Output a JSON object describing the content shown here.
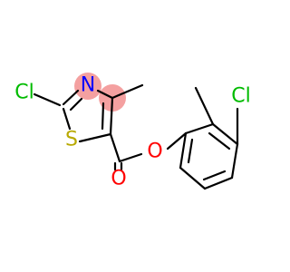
{
  "molecule": {
    "atoms": {
      "cl_thiazole": "Cl",
      "n_ring": "N",
      "s_ring": "S",
      "o_ester": "O",
      "o_carbonyl": "O",
      "cl_phenyl": "Cl"
    },
    "colors": {
      "bond": "#000000",
      "chlorine": "#00bb00",
      "nitrogen": "#0000ff",
      "sulfur": "#b8a900",
      "oxygen": "#ff0000",
      "highlight": "#f4a0a0"
    }
  }
}
